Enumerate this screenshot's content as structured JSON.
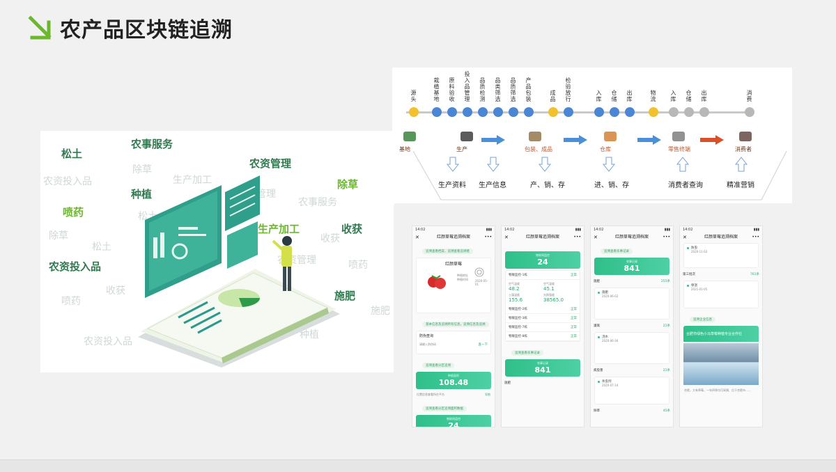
{
  "slide": {
    "title": "农产品区块链追溯"
  },
  "colors": {
    "accent": "#6bb82c",
    "dark_green": "#2f7a4f",
    "teal": "#2fbf8a",
    "timeline_yellow": "#f2c12e",
    "timeline_blue": "#4a86d4",
    "timeline_gray": "#b8b8b8",
    "flow_arrow_blue": "#4a8fd8",
    "flow_arrow_red": "#d9512a"
  },
  "illustration": {
    "words": {
      "w1": "松土",
      "w2": "农事服务",
      "w3": "除草",
      "w4": "农资投入品",
      "w5": "生产加工",
      "w6": "农资管理",
      "w7": "农资管理",
      "w8": "种植",
      "w9": "除草",
      "w10": "喷药",
      "w11": "施肥",
      "w12": "农事服务",
      "w13": "除草",
      "w14": "松土",
      "w15": "生产加工",
      "w16": "收获",
      "w17": "收获",
      "w18": "农资投入品",
      "w19": "农资管理",
      "w20": "喷药",
      "w21": "收获",
      "w22": "喷药",
      "w23": "施肥",
      "w24": "松土",
      "w25": "种植",
      "w26": "农资投入品"
    }
  },
  "timeline": {
    "top_labels": [
      "源头",
      "栽植基地",
      "原料验收",
      "投入品管理",
      "品质检测",
      "品类筛选",
      "品质筛选",
      "产品包装",
      "成品",
      "检验放行",
      "入库",
      "仓储",
      "出库",
      "物流",
      "入库",
      "仓储",
      "出库",
      "消费"
    ],
    "nodes": [
      "基地",
      "生产",
      "包装、成品",
      "仓库",
      "零售终端",
      "消费者"
    ],
    "info": [
      "生产资料",
      "生产信息",
      "产、销、存",
      "进、销、存",
      "消费者查询",
      "精准营销"
    ]
  },
  "phones": {
    "time": "14:02",
    "title": "红颜草莓追溯档案",
    "p1": {
      "pill1": "追溯查看档案，追溯查看追溯者",
      "product_name": "红颜草莓",
      "info_lines": [
        "种植地址",
        "种植时间",
        "2020-05-01"
      ],
      "pill2": "基本信息及追溯所有信息，追溯信息及追溯",
      "query_title": "防伪查询",
      "query_hint": "请输入防伪码",
      "query_btn": "查一下",
      "pill3": "追溯查看分区追溯",
      "big_label": "种植面积",
      "big_value": "108.48",
      "addr": "位置信息查看所在平台",
      "addr_btn": "导航",
      "pill4": "追溯查看分区追溯面积数据",
      "small_label": "物联网监控",
      "small_value": "24"
    },
    "p2": {
      "gauge_label": "物联网监控",
      "gauge_value": "24",
      "rows": [
        {
          "name": "物联监控-1栋",
          "status": "正常"
        },
        {
          "name": "物联监控-2栋",
          "status": "正常"
        },
        {
          "name": "物联监控-3栋",
          "status": "正常"
        },
        {
          "name": "物联监控-7栋",
          "status": "正常"
        },
        {
          "name": "物联监控-8栋",
          "status": "正常"
        }
      ],
      "sensors": [
        {
          "label": "空气温度",
          "value": "48.2"
        },
        {
          "label": "空气湿度",
          "value": "45.1"
        },
        {
          "label": "土壤温度",
          "value": "155.6"
        },
        {
          "label": "光照强度",
          "value": "38565.0"
        }
      ],
      "pill": "追溯查看农事记录",
      "bottom_label": "农事记录",
      "bottom_value": "841",
      "bottom_row": "施肥"
    },
    "p3": {
      "pill": "追溯查看农事记录",
      "gauge_label": "农事记录",
      "gauge_value": "841",
      "sections": [
        {
          "title": "施肥",
          "count": "255条",
          "item": "施肥",
          "date": "2020-06-02"
        },
        {
          "title": "灌溉",
          "count": "21条",
          "item": "浇水",
          "date": "2020-06-30"
        },
        {
          "title": "病虫害",
          "count": "21条",
          "item": "杀虫剂",
          "date": "2020-07-14"
        },
        {
          "title": "除草",
          "count": "45条",
          "item": "",
          "date": ""
        }
      ]
    },
    "p4": {
      "item1": "防虫",
      "item1_date": "2020-11-02",
      "sec_title": "第三批次",
      "sec_count": "761条",
      "item2": "保温",
      "item2_date": "2021-01-05",
      "pill": "追溯企业信息",
      "banner": "合肥市绿色小马草莓种植专业合作社",
      "desc": "合肥，大有草莓，一年四季均可采摘、位于合肥市……"
    }
  }
}
